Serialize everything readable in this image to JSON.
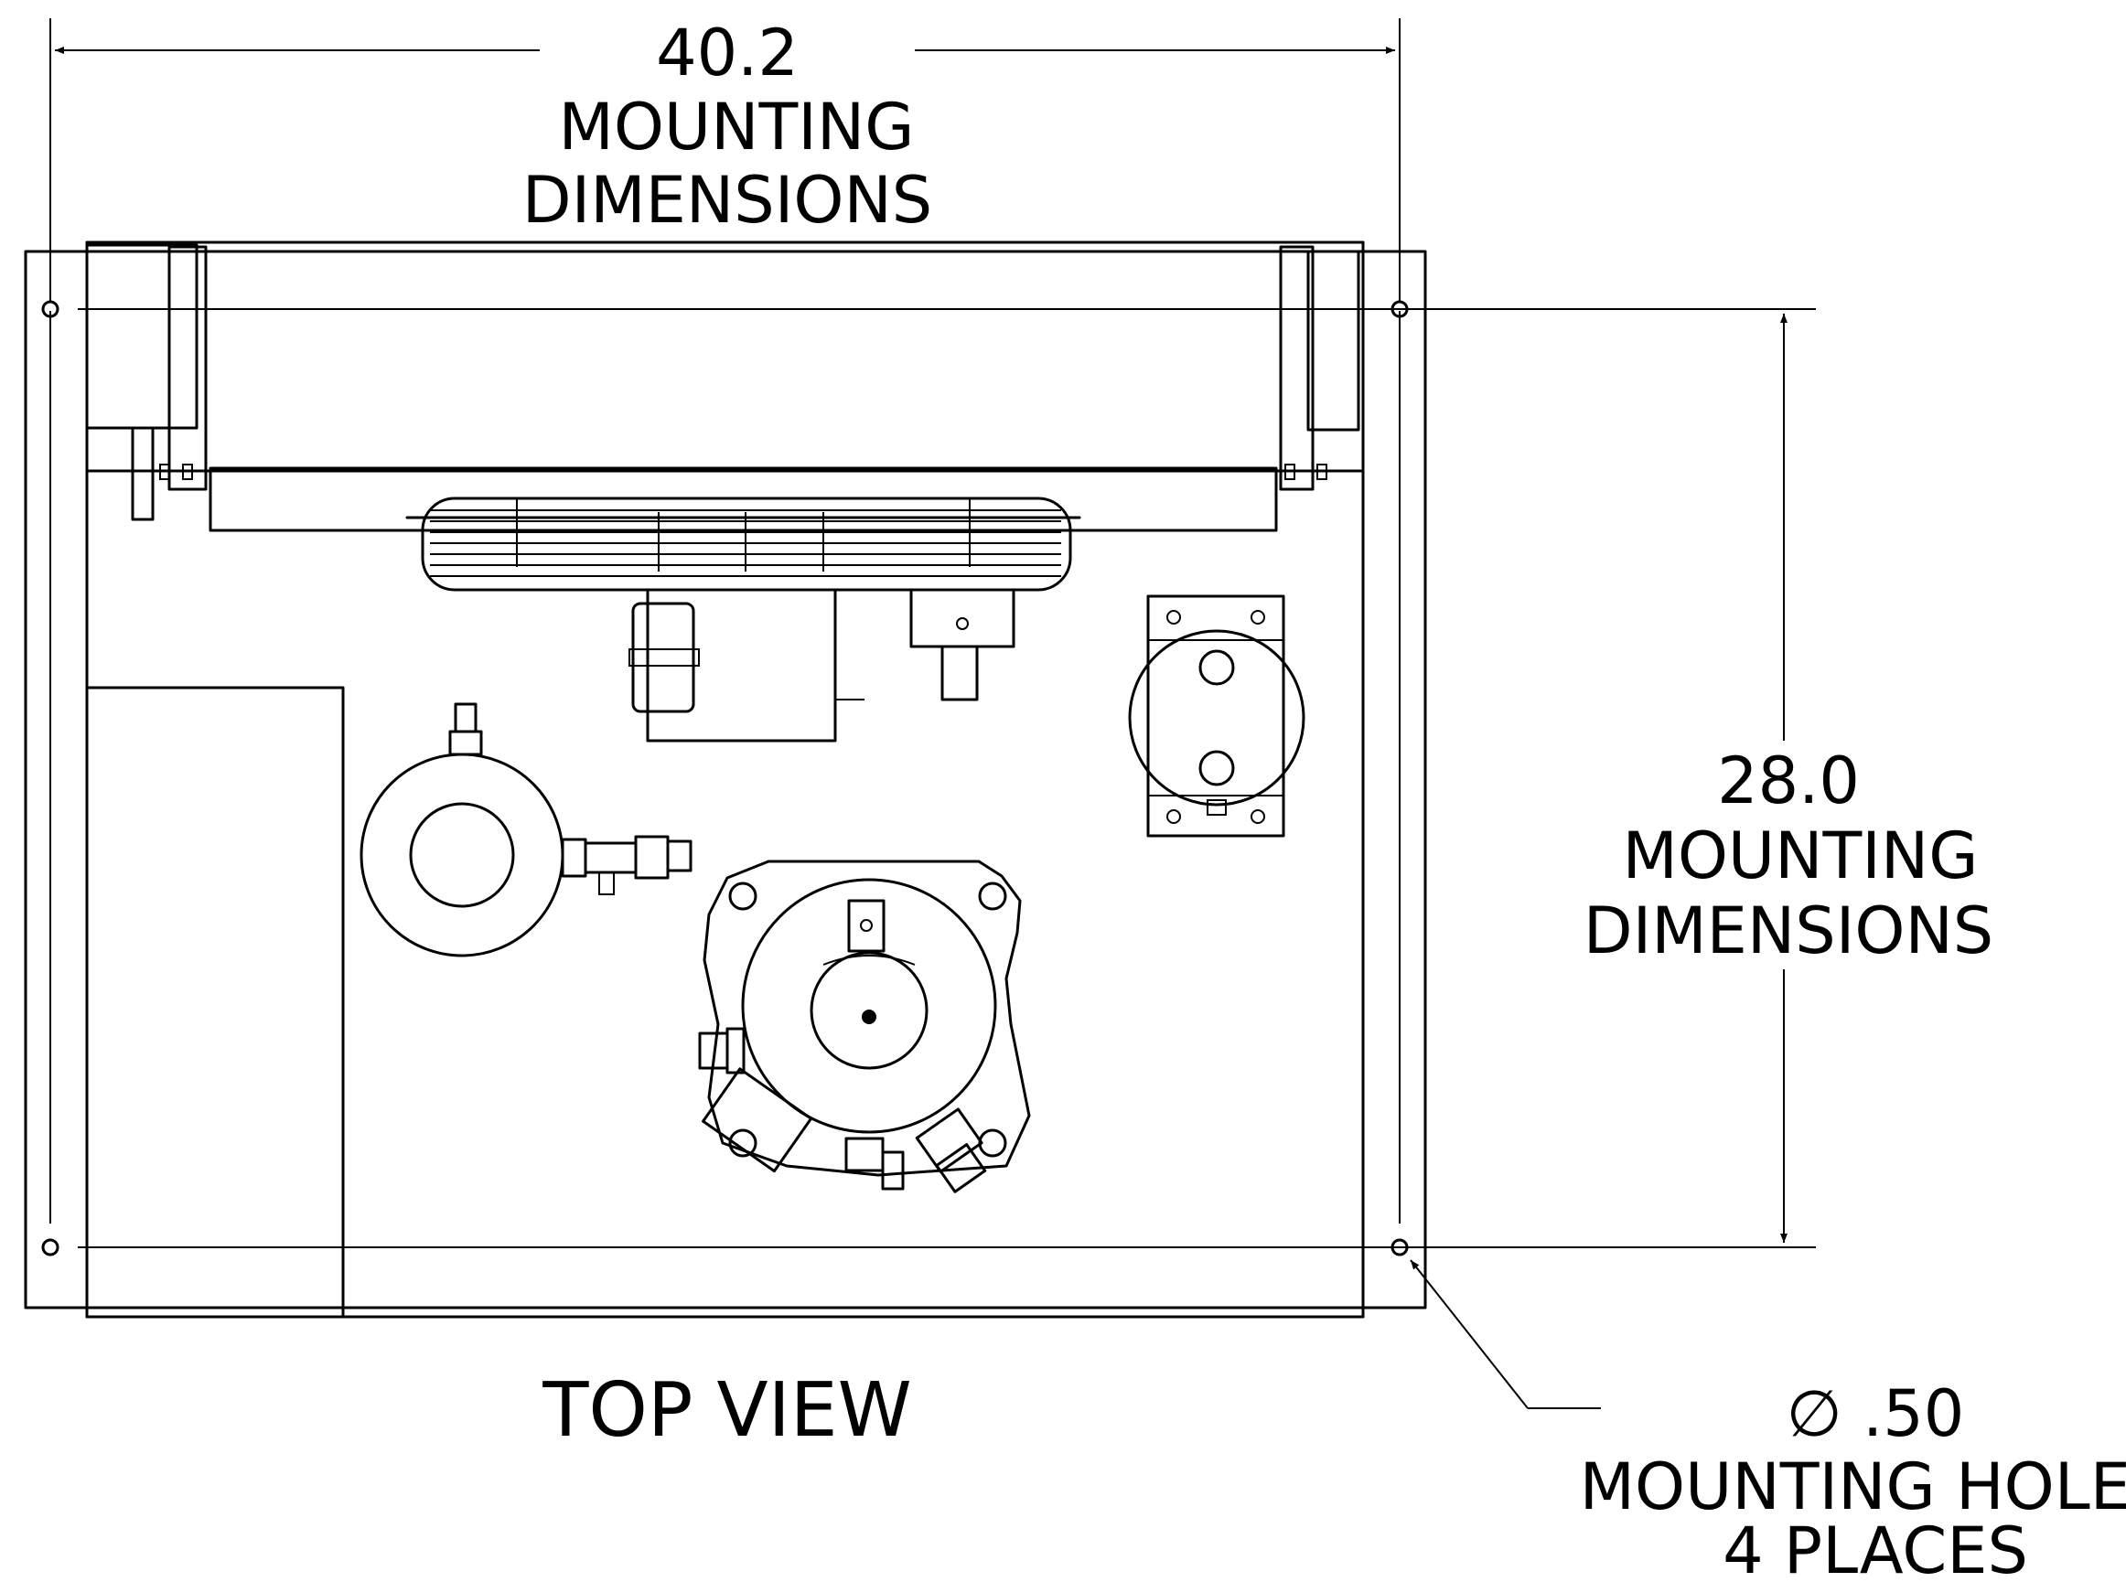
{
  "width_dimension": {
    "value": "40.2",
    "line1": "MOUNTING",
    "line2": "DIMENSIONS"
  },
  "height_dimension": {
    "value": "28.0",
    "line1": "MOUNTING",
    "line2": "DIMENSIONS"
  },
  "view_title": "TOP VIEW",
  "hole_callout": {
    "diameter": "∅ .50",
    "line1": "MOUNTING HOLES",
    "line2": "4 PLACES"
  }
}
